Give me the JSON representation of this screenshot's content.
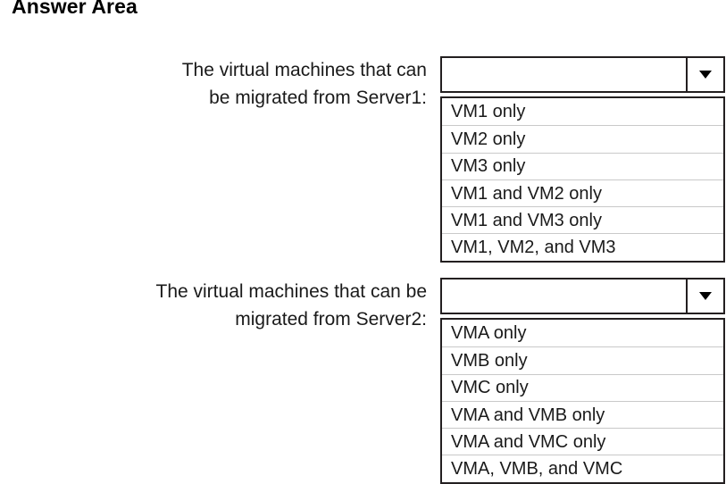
{
  "page": {
    "title": "Answer Area"
  },
  "questions": [
    {
      "label": "The virtual machines that can be migrated from Server1:",
      "label_line1": "The virtual machines that can",
      "label_line2": "be migrated from Server1:",
      "dropdown": {
        "name": "server1-dropdown",
        "selected_value": "",
        "placeholder": "",
        "arrow_icon": "chevron-down-icon",
        "expanded": true,
        "options": [
          "VM1 only",
          "VM2 only",
          "VM3 only",
          "VM1 and VM2 only",
          "VM1 and VM3 only",
          "VM1, VM2, and VM3"
        ]
      }
    },
    {
      "label": "The virtual machines that can be migrated from Server2:",
      "label_line1": "The virtual machines that can be",
      "label_line2": "migrated from Server2:",
      "dropdown": {
        "name": "server2-dropdown",
        "selected_value": "",
        "placeholder": "",
        "arrow_icon": "chevron-down-icon",
        "expanded": true,
        "options": [
          "VMA only",
          "VMB only",
          "VMC only",
          "VMA and VMB only",
          "VMA and VMC only",
          "VMA, VMB, and VMC"
        ]
      }
    }
  ],
  "colors": {
    "border": "#231f20",
    "separator": "#c9c9c9",
    "text": "#1a1a1a",
    "background": "#ffffff"
  }
}
